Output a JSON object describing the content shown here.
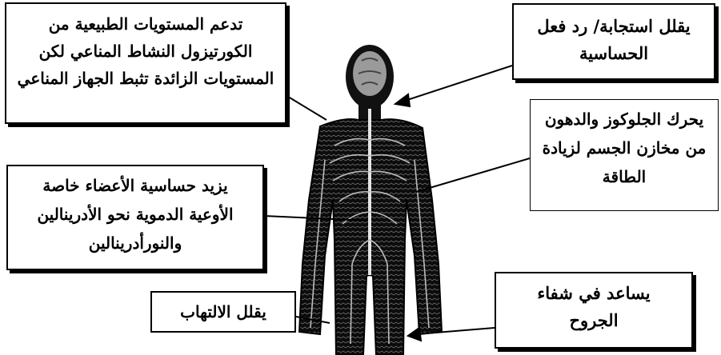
{
  "labels": {
    "cortisol": [
      "تدعم المستويات الطبيعية من",
      "الكورتيزول النشاط المناعي لكن",
      "المستويات الزائدة تثبط الجهاز المناعي"
    ],
    "sensitivity": [
      "يقلل استجابة/ رد فعل",
      "الحساسية"
    ],
    "glucose": [
      "يحرك الجلوكوز والدهون",
      "من مخازن الجسم لزيادة",
      "الطاقة"
    ],
    "vessels": [
      "يزيد حساسية الأعضاء خاصة",
      "الأوعية الدموية نحو الأدرينالين",
      "والنورأدرينالين"
    ],
    "inflammation": [
      "يقلل الالتهاب"
    ],
    "wounds": [
      "يساعد في شفاء",
      "الجروح"
    ]
  },
  "colors": {
    "ink": "#000000",
    "background": "#ffffff",
    "nerves": "#d8d8d8"
  }
}
